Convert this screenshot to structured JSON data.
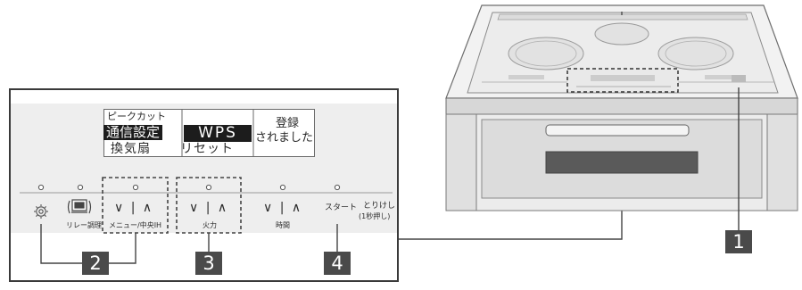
{
  "display": {
    "peak_cut": "ピークカット",
    "tsushin_settei": "通信設定",
    "kankisen": "換気扇",
    "wps": "WPS",
    "reset": "リセット",
    "toroku": "登録",
    "saremashita": "されました"
  },
  "panel": {
    "relay_label": "リレー調理",
    "menu_label": "メニュー/中央IH",
    "heat_label": "火力",
    "time_label": "時間",
    "start_label": "スタート",
    "cancel_label": "とりけし",
    "cancel_note": "(1秒押し)",
    "key_glyphs": "∨ | ∧"
  },
  "callouts": {
    "one": "1",
    "two": "2",
    "three": "3",
    "four": "4"
  }
}
